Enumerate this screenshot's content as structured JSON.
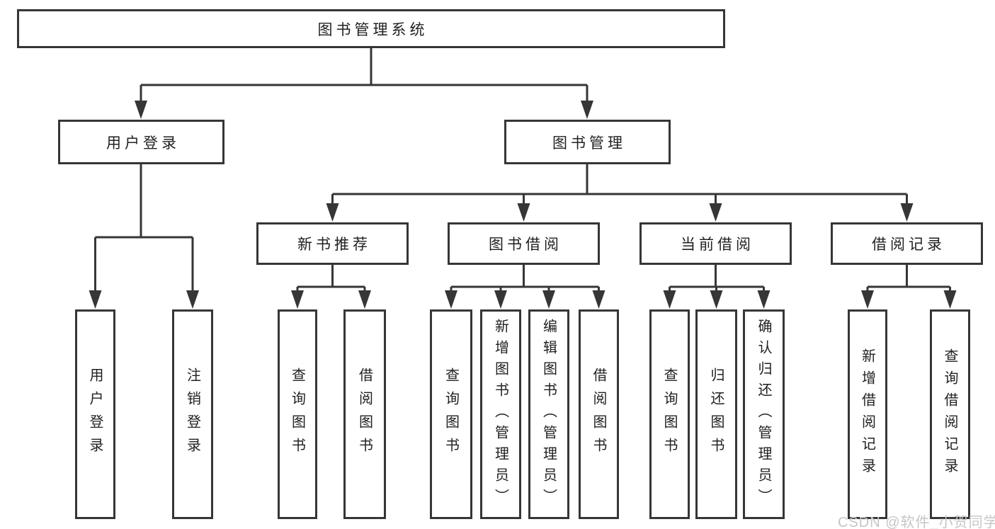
{
  "root": {
    "label": "图书管理系统"
  },
  "user_login": {
    "label": "用户登录",
    "children": [
      {
        "label": "用户登录"
      },
      {
        "label": "注销登录"
      }
    ]
  },
  "book_mgmt": {
    "label": "图书管理",
    "groups": [
      {
        "label": "新书推荐",
        "children": [
          {
            "label": "查询图书"
          },
          {
            "label": "借阅图书"
          }
        ]
      },
      {
        "label": "图书借阅",
        "children": [
          {
            "label": "查询图书"
          },
          {
            "label": "新增图书（管理员）"
          },
          {
            "label": "编辑图书（管理员）"
          },
          {
            "label": "借阅图书"
          }
        ]
      },
      {
        "label": "当前借阅",
        "children": [
          {
            "label": "查询图书"
          },
          {
            "label": "归还图书"
          },
          {
            "label": "确认归还（管理员）"
          }
        ]
      },
      {
        "label": "借阅记录",
        "children": [
          {
            "label": "新增借阅记录"
          },
          {
            "label": "查询借阅记录"
          }
        ]
      }
    ]
  },
  "watermark": {
    "text": "CSDN @软件_小贺同学"
  },
  "colors": {
    "line": "#363636",
    "text": "#212121",
    "watermark": "#c6c6c6",
    "background": "#ffffff"
  }
}
